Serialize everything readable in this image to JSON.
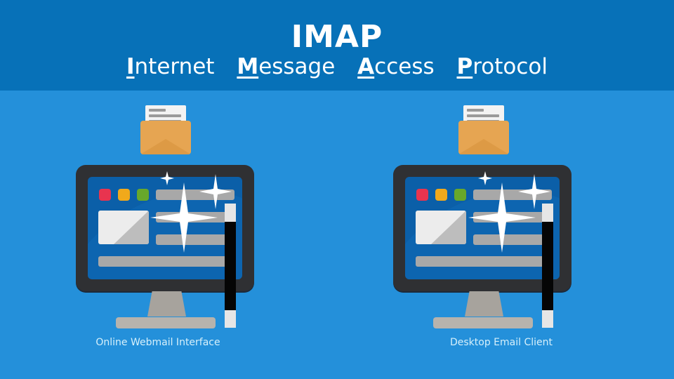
{
  "header": {
    "title": "IMAP",
    "subtitle_words": [
      {
        "initial": "I",
        "rest": "nternet"
      },
      {
        "initial": "M",
        "rest": "essage"
      },
      {
        "initial": "A",
        "rest": "ccess"
      },
      {
        "initial": "P",
        "rest": "rotocol"
      }
    ]
  },
  "panels": [
    {
      "caption": "Online Webmail Interface",
      "icons": [
        "envelope-icon",
        "monitor-icon",
        "magic-wand-icon",
        "sparkle-icon"
      ]
    },
    {
      "caption": "Desktop Email Client",
      "icons": [
        "envelope-icon",
        "monitor-icon",
        "magic-wand-icon",
        "sparkle-icon"
      ]
    }
  ],
  "colors": {
    "header_bg": "#0771b8",
    "page_bg": "#2490da",
    "screen_bg": "#0b5fa8",
    "monitor_frame": "#2f3033",
    "envelope": "#e6a552",
    "dot_red": "#e8344f",
    "dot_yellow": "#f1a91b",
    "dot_green": "#68a82b"
  }
}
